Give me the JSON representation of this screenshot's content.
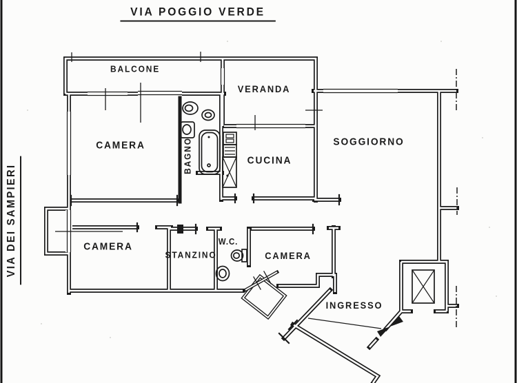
{
  "paper": {
    "ink": "#1b1b1b",
    "background": "#fcfcfb"
  },
  "streets": {
    "top": {
      "label": "VIA POGGIO VERDE"
    },
    "left": {
      "label": "VIA DEI SAMPIERI"
    }
  },
  "rooms": {
    "balcone": {
      "label": "BALCONE"
    },
    "veranda": {
      "label": "VERANDA"
    },
    "camera_nord": {
      "label": "CAMERA"
    },
    "bagno": {
      "label": "BAGNO"
    },
    "cucina": {
      "label": "CUCINA"
    },
    "soggiorno": {
      "label": "SOGGIORNO"
    },
    "camera_ovest": {
      "label": "CAMERA"
    },
    "stanzino": {
      "label": "STANZINO"
    },
    "wc": {
      "label": "W.C."
    },
    "camera_sud": {
      "label": "CAMERA"
    },
    "ingresso": {
      "label": "INGRESSO"
    }
  },
  "fixtures": {
    "bathroom": [
      "washbasin-oval",
      "toilet",
      "washbasin-square",
      "bathtub"
    ],
    "kitchen": [
      "cabinet",
      "sink-unit",
      "stove"
    ],
    "wc_room": [
      "toilet",
      "bidet"
    ],
    "other": [
      "bay-window",
      "wardrobe-diamond",
      "entry-door",
      "elevator"
    ]
  }
}
